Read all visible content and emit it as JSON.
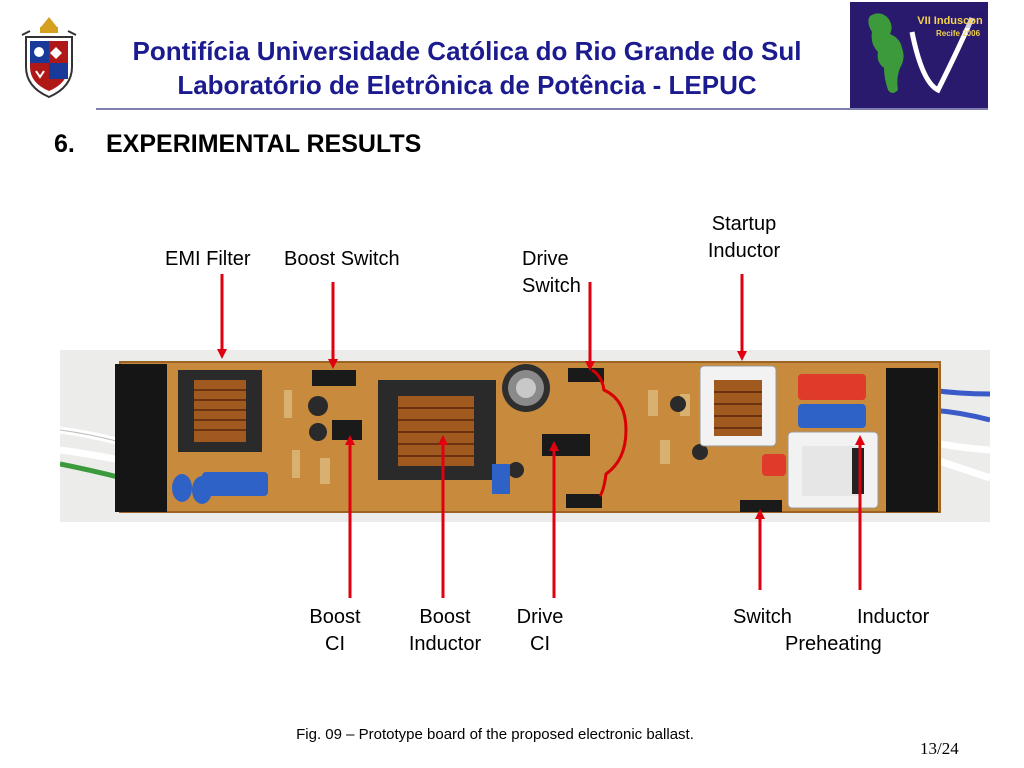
{
  "header": {
    "line1": "Pontifícia Universidade Católica do Rio Grande do Sul",
    "line2": "Laboratório de Eletrônica de Potência - LEPUC",
    "logo_right": {
      "line1": "VII Induscon",
      "line2": "Recife 2006"
    }
  },
  "section": {
    "number": "6.",
    "title": "EXPERIMENTAL RESULTS"
  },
  "labels_top": {
    "emi_filter": "EMI Filter",
    "boost_switch": "Boost Switch",
    "drive_switch_1": "Drive",
    "drive_switch_2": "Switch",
    "startup_1": "Startup",
    "startup_2": "Inductor"
  },
  "labels_bottom": {
    "boost_ci_1": "Boost",
    "boost_ci_2": "CI",
    "boost_inductor_1": "Boost",
    "boost_inductor_2": "Inductor",
    "drive_ci_1": "Drive",
    "drive_ci_2": "CI",
    "switch": "Switch",
    "inductor": "Inductor",
    "preheating": "Preheating"
  },
  "caption": "Fig. 09 – Prototype board of the proposed electronic ballast.",
  "page_number": "13/24",
  "colors": {
    "title": "#1b1b8f",
    "arrow": "#e0000f",
    "board": "#c78a3a",
    "logo_bg": "#2a1a6e"
  },
  "icons": [
    "university-crest-icon",
    "induscon-logo-icon"
  ]
}
